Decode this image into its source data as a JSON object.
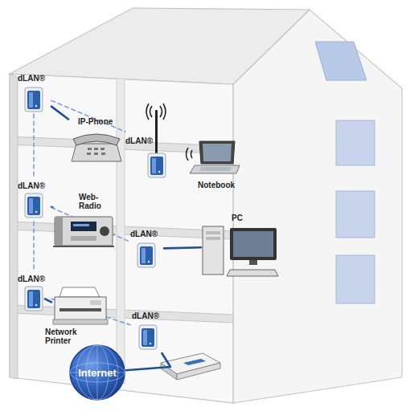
{
  "diagram": {
    "nodes": [
      {
        "text": [
          "dLAN®"
        ]
      },
      {
        "text": [
          "IP-Phone"
        ]
      },
      {
        "text": [
          "dLAN®"
        ]
      },
      {
        "text": [
          "Notebook"
        ]
      },
      {
        "text": [
          "dLAN®"
        ]
      },
      {
        "text": [
          "Web-Radio"
        ]
      },
      {
        "text": [
          "dLAN®"
        ]
      },
      {
        "text": [
          "PC"
        ]
      },
      {
        "text": [
          "dLAN®"
        ]
      },
      {
        "text": [
          "Network Printer"
        ]
      },
      {
        "text": [
          "dLAN®"
        ]
      },
      {
        "text": [
          "Internet"
        ]
      }
    ],
    "edges": [
      {
        "from": 0,
        "to": 1,
        "arrow": "none"
      },
      {
        "from": 4,
        "to": 5,
        "arrow": "none"
      },
      {
        "from": 6,
        "to": 7,
        "arrow": "none"
      },
      {
        "from": 8,
        "to": 9,
        "arrow": "none"
      },
      {
        "from": 10,
        "to": 11,
        "arrow": "none"
      },
      {
        "from": 0,
        "to": 2,
        "arrow": "none"
      },
      {
        "from": 0,
        "to": 4,
        "arrow": "none"
      },
      {
        "from": 4,
        "to": 8,
        "arrow": "none"
      },
      {
        "from": 4,
        "to": 6,
        "arrow": "none"
      },
      {
        "from": 8,
        "to": 10,
        "arrow": "none"
      }
    ]
  }
}
